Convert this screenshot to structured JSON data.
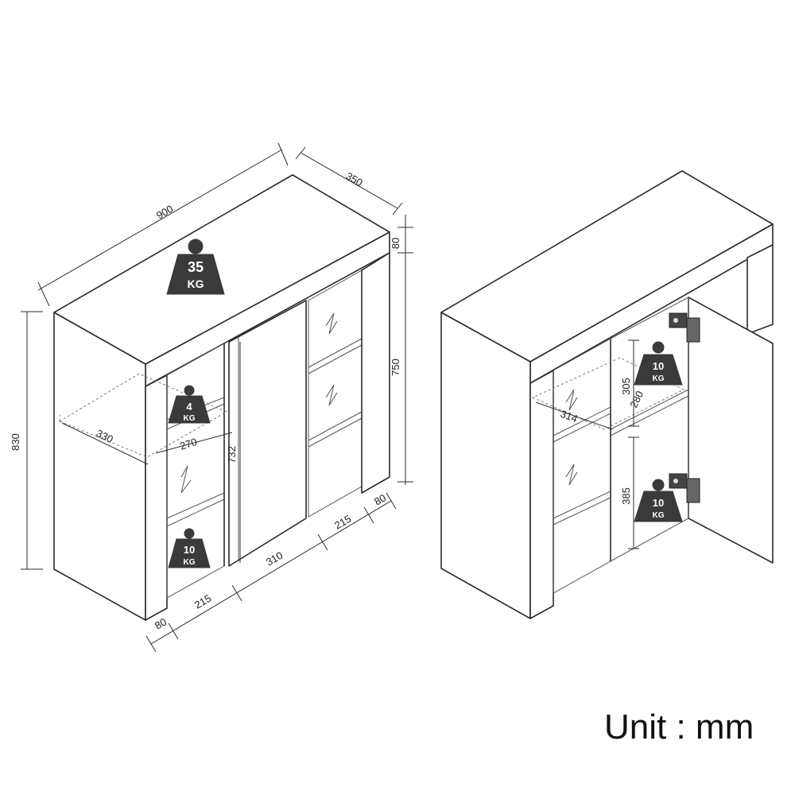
{
  "dimensions": {
    "width": "900",
    "depth": "350",
    "top_height": "80",
    "body_height": "750",
    "total_height": "830",
    "door_height": "732",
    "shelf_depth": "330",
    "shelf_width": "270",
    "side_width_right": "80",
    "compartment_right": "215",
    "door_width": "310",
    "compartment_left": "215",
    "side_width_left": "80",
    "inner_depth": "314",
    "inner_shelf_depth": "280",
    "upper_height": "305",
    "lower_height": "385"
  },
  "weights": {
    "top": {
      "value": "35",
      "unit": "KG"
    },
    "glass_shelf": {
      "value": "4",
      "unit": "KG"
    },
    "bottom_left": {
      "value": "10",
      "unit": "KG"
    },
    "inner_upper": {
      "value": "10",
      "unit": "KG"
    },
    "inner_lower": {
      "value": "10",
      "unit": "KG"
    }
  },
  "unit": "Unit : mm",
  "colors": {
    "line": "#2b2b2b",
    "weight_fill": "#3a3a3a"
  }
}
